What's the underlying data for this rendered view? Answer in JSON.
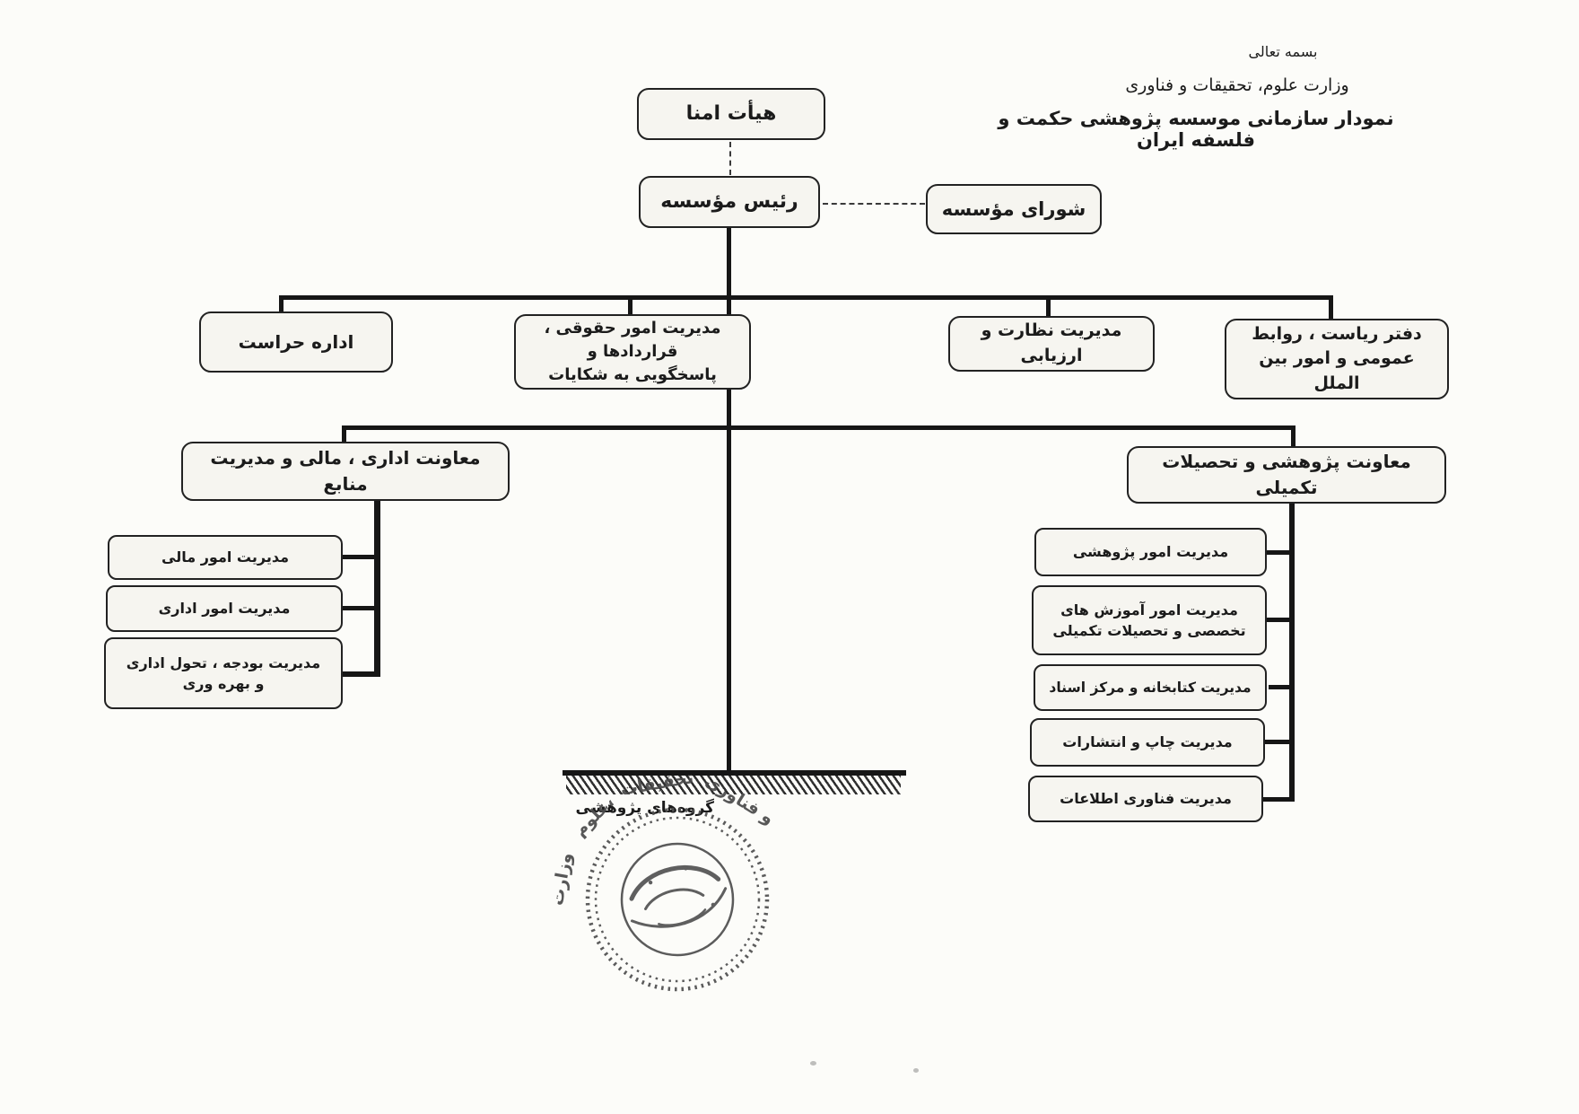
{
  "colors": {
    "ink": "#1b1b1b",
    "paper": "#fcfcf9",
    "box_fill": "#f6f5f0",
    "stamp": "#4e4e4e"
  },
  "header": {
    "bismillah": "بسمه تعالی",
    "ministry": "وزارت علوم، تحقیقات و فناوری",
    "title": "نمودار سازمانی موسسه پژوهشی حکمت و فلسفه ایران"
  },
  "org": {
    "board": "هیأت امنا",
    "president": "رئیس مؤسسه",
    "council": "شورای مؤسسه",
    "security_office": "اداره حراست",
    "legal_affairs": "مدیریت امور حقوقی ، قراردادها و\nپاسخگویی به شکایات",
    "supervision": "مدیریت نظارت و ارزیابی",
    "presidency_office": "دفتر ریاست ، روابط\nعمومی  و امور بین الملل",
    "deputy_admin": "معاونت اداری ، مالی و مدیریت منابع",
    "deputy_research": "معاونت پژوهشی و تحصیلات تکمیلی",
    "admin_units": [
      "مدیریت امور مالی",
      "مدیریت امور اداری",
      "مدیریت بودجه ، تحول اداری\nو  بهره وری"
    ],
    "research_units": [
      "مدیریت امور پژوهشی",
      "مدیریت امور آموزش های\nتخصصی و  تحصیلات تکمیلی",
      "مدیریت کتابخانه و مرکز اسناد",
      "مدیریت چاپ و انتشارات",
      "مدیریت فناوری اطلاعات"
    ],
    "research_groups_label": "گروه‌های پژوهشی"
  },
  "stamp": {
    "arc_words": [
      "وزارت",
      "علوم،",
      "تحقیقات",
      "و فناوری"
    ]
  }
}
